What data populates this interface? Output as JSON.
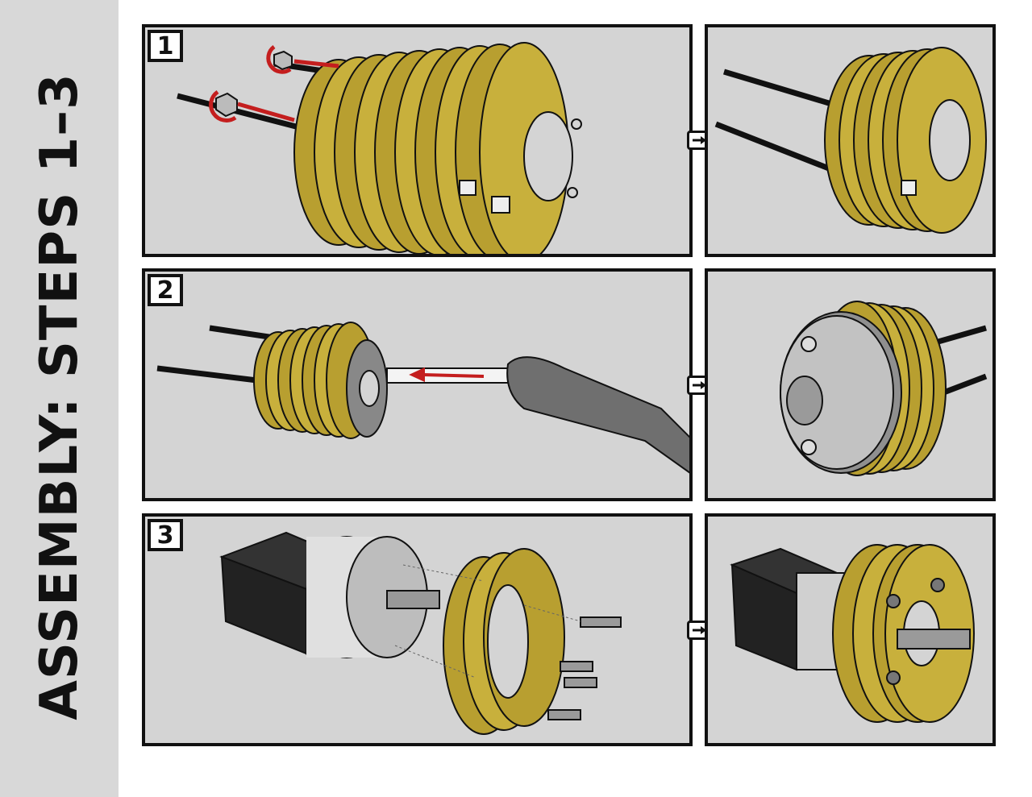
{
  "title": "ASSEMBLY: STEPS 1–3",
  "steps": [
    {
      "number": "1"
    },
    {
      "number": "2"
    },
    {
      "number": "3"
    }
  ],
  "colors": {
    "sidebar": "#d8d8d8",
    "panel_bg": "#d4d4d4",
    "disc_fill": "#c8b03c",
    "disc_dark": "#8f7c22",
    "motion_arrow": "#c41e1e",
    "outline": "#111111"
  },
  "icons": {
    "transition": "arrow-right-icon"
  }
}
